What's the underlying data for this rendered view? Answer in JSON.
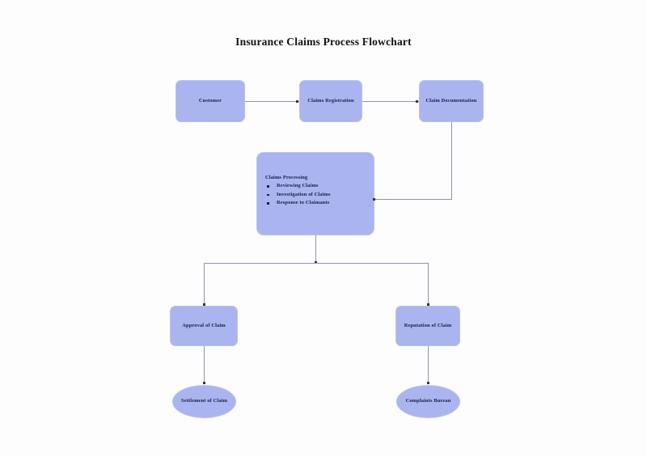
{
  "document": {
    "title": "Insurance Claims Process Flowchart"
  },
  "nodes": {
    "customer": {
      "label": "Customer"
    },
    "claims_registration": {
      "label": "Claims Registration"
    },
    "claim_documentation": {
      "label": "Claim Documentation"
    },
    "claims_processing": {
      "heading": "Claims Processing",
      "bullets": [
        "Reviewing Claims",
        "Investigation of Claims",
        "Response to Claimants"
      ]
    },
    "approval_of_claim": {
      "label": "Approval of Claim"
    },
    "reputation_of_claim": {
      "label": "Reputation of Claim"
    },
    "settlement_of_claim": {
      "label": "Settlement of Claim"
    },
    "complaints_bureau": {
      "label": "Complaints Bureau"
    }
  },
  "style": {
    "node_fill": "#aab4ee",
    "node_border": "#b9c2f2",
    "text_color": "#13204a",
    "connector_color": "#8e95a8",
    "background": "#fdfdfe"
  }
}
